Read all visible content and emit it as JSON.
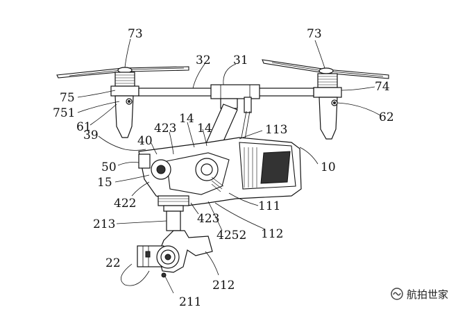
{
  "diagram": {
    "labels": [
      {
        "id": "73-left",
        "text": "73"
      },
      {
        "id": "73-right",
        "text": "73"
      },
      {
        "id": "32",
        "text": "32"
      },
      {
        "id": "31",
        "text": "31"
      },
      {
        "id": "75",
        "text": "75"
      },
      {
        "id": "74",
        "text": "74"
      },
      {
        "id": "751",
        "text": "751"
      },
      {
        "id": "61",
        "text": "61"
      },
      {
        "id": "62",
        "text": "62"
      },
      {
        "id": "423-top",
        "text": "423"
      },
      {
        "id": "14-a",
        "text": "14"
      },
      {
        "id": "14-b",
        "text": "14"
      },
      {
        "id": "113",
        "text": "113"
      },
      {
        "id": "39",
        "text": "39"
      },
      {
        "id": "40",
        "text": "40"
      },
      {
        "id": "10",
        "text": "10"
      },
      {
        "id": "50",
        "text": "50"
      },
      {
        "id": "15",
        "text": "15"
      },
      {
        "id": "422",
        "text": "422"
      },
      {
        "id": "111",
        "text": "111"
      },
      {
        "id": "213",
        "text": "213"
      },
      {
        "id": "423-bottom",
        "text": "423"
      },
      {
        "id": "4252",
        "text": "4252"
      },
      {
        "id": "112",
        "text": "112"
      },
      {
        "id": "22",
        "text": "22"
      },
      {
        "id": "212",
        "text": "212"
      },
      {
        "id": "211",
        "text": "211"
      }
    ]
  },
  "watermark": {
    "text": "航拍世家",
    "icon": "wechat-channel-icon"
  }
}
